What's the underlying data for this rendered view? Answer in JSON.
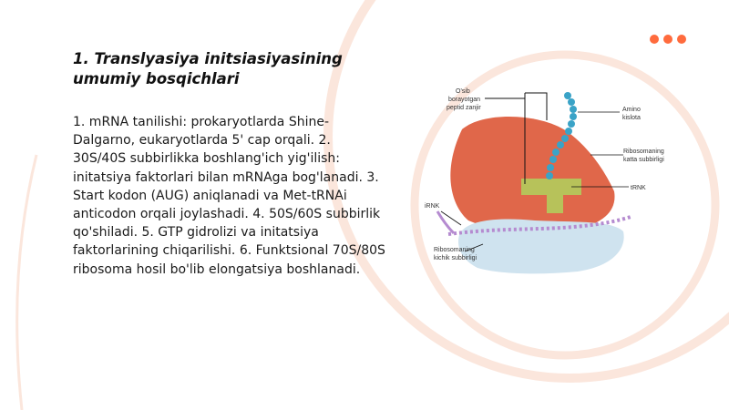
{
  "slide": {
    "title": "1. Translyasiya initsiasiyasining umumiy bosqichlari",
    "body": "1. mRNA tanilishi: prokaryotlarda Shine-Dalgarno, eukaryotlarda 5' cap orqali. 2. 30S/40S subbirlikka boshlang'ich yig'ilish: initatsiya faktorlari bilan mRNAga bog'lanadi. 3. Start kodon (AUG) aniqlanadi va Met-tRNAi anticodon orqali joylashadi. 4. 50S/60S subbirlik qo'shiladi. 5. GTP gidrolizi va initatsiya faktorlarining chiqarilishi. 6. Funktsional 70S/80S ribosoma hosil bo'lib elongatsiya boshlanadi."
  },
  "diagram": {
    "labels": {
      "peptide_line1": "O'sib",
      "peptide_line2": "borayotgan",
      "peptide_line3": "peptid zanjir",
      "amino_line1": "Amino",
      "amino_line2": "kislota",
      "large_line1": "Ribosomaning",
      "large_line2": "katta subbirligi",
      "trnk": "tRNK",
      "irnk": "iRNK",
      "small_line1": "Ribosomaning",
      "small_line2": "kichik subbirligi"
    }
  },
  "colors": {
    "accent": "#ff6b3d",
    "arc": "#fbe6dc",
    "large_subunit": "#e0674a",
    "small_subunit": "#cfe3ef",
    "trna": "#b7c25a",
    "amino_chain": "#3aa3c7",
    "mrna": "#b58bd0"
  }
}
